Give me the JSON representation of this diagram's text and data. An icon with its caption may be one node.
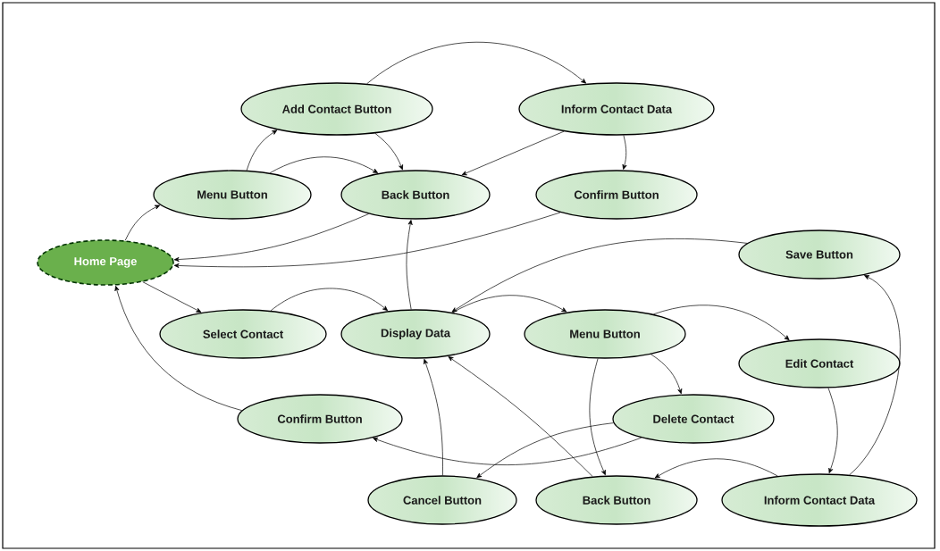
{
  "diagram": {
    "nodes": [
      {
        "text": [
          "Home Page"
        ]
      },
      {
        "text": [
          "Add Contact Button"
        ]
      },
      {
        "text": [
          "Inform Contact Data"
        ]
      },
      {
        "text": [
          "Menu Button"
        ]
      },
      {
        "text": [
          "Back Button"
        ]
      },
      {
        "text": [
          "Confirm Button"
        ]
      },
      {
        "text": [
          "Save Button"
        ]
      },
      {
        "text": [
          "Select Contact"
        ]
      },
      {
        "text": [
          "Display Data"
        ]
      },
      {
        "text": [
          "Menu Button"
        ]
      },
      {
        "text": [
          "Edit Contact"
        ]
      },
      {
        "text": [
          "Confirm Button"
        ]
      },
      {
        "text": [
          "Delete Contact"
        ]
      },
      {
        "text": [
          "Cancel Button"
        ]
      },
      {
        "text": [
          "Back Button"
        ]
      },
      {
        "text": [
          "Inform Contact Data"
        ]
      }
    ],
    "edges": [
      {
        "from": 0,
        "to": 3,
        "arrow": "to"
      },
      {
        "from": 3,
        "to": 1,
        "arrow": "to"
      },
      {
        "from": 3,
        "to": 4,
        "arrow": "to"
      },
      {
        "from": 1,
        "to": 2,
        "arrow": "to"
      },
      {
        "from": 1,
        "to": 4,
        "arrow": "to"
      },
      {
        "from": 2,
        "to": 4,
        "arrow": "to"
      },
      {
        "from": 2,
        "to": 5,
        "arrow": "to"
      },
      {
        "from": 4,
        "to": 0,
        "arrow": "to"
      },
      {
        "from": 5,
        "to": 0,
        "arrow": "to"
      },
      {
        "from": 0,
        "to": 7,
        "arrow": "to"
      },
      {
        "from": 7,
        "to": 8,
        "arrow": "to"
      },
      {
        "from": 8,
        "to": 4,
        "arrow": "to"
      },
      {
        "from": 6,
        "to": 8,
        "arrow": "to"
      },
      {
        "from": 8,
        "to": 9,
        "arrow": "to"
      },
      {
        "from": 9,
        "to": 10,
        "arrow": "to"
      },
      {
        "from": 9,
        "to": 12,
        "arrow": "to"
      },
      {
        "from": 9,
        "to": 14,
        "arrow": "to"
      },
      {
        "from": 12,
        "to": 11,
        "arrow": "to"
      },
      {
        "from": 12,
        "to": 13,
        "arrow": "to"
      },
      {
        "from": 13,
        "to": 8,
        "arrow": "to"
      },
      {
        "from": 14,
        "to": 8,
        "arrow": "to"
      },
      {
        "from": 10,
        "to": 15,
        "arrow": "to"
      },
      {
        "from": 15,
        "to": 14,
        "arrow": "to"
      },
      {
        "from": 15,
        "to": 6,
        "arrow": "to"
      },
      {
        "from": 11,
        "to": 0,
        "arrow": "to"
      }
    ]
  }
}
